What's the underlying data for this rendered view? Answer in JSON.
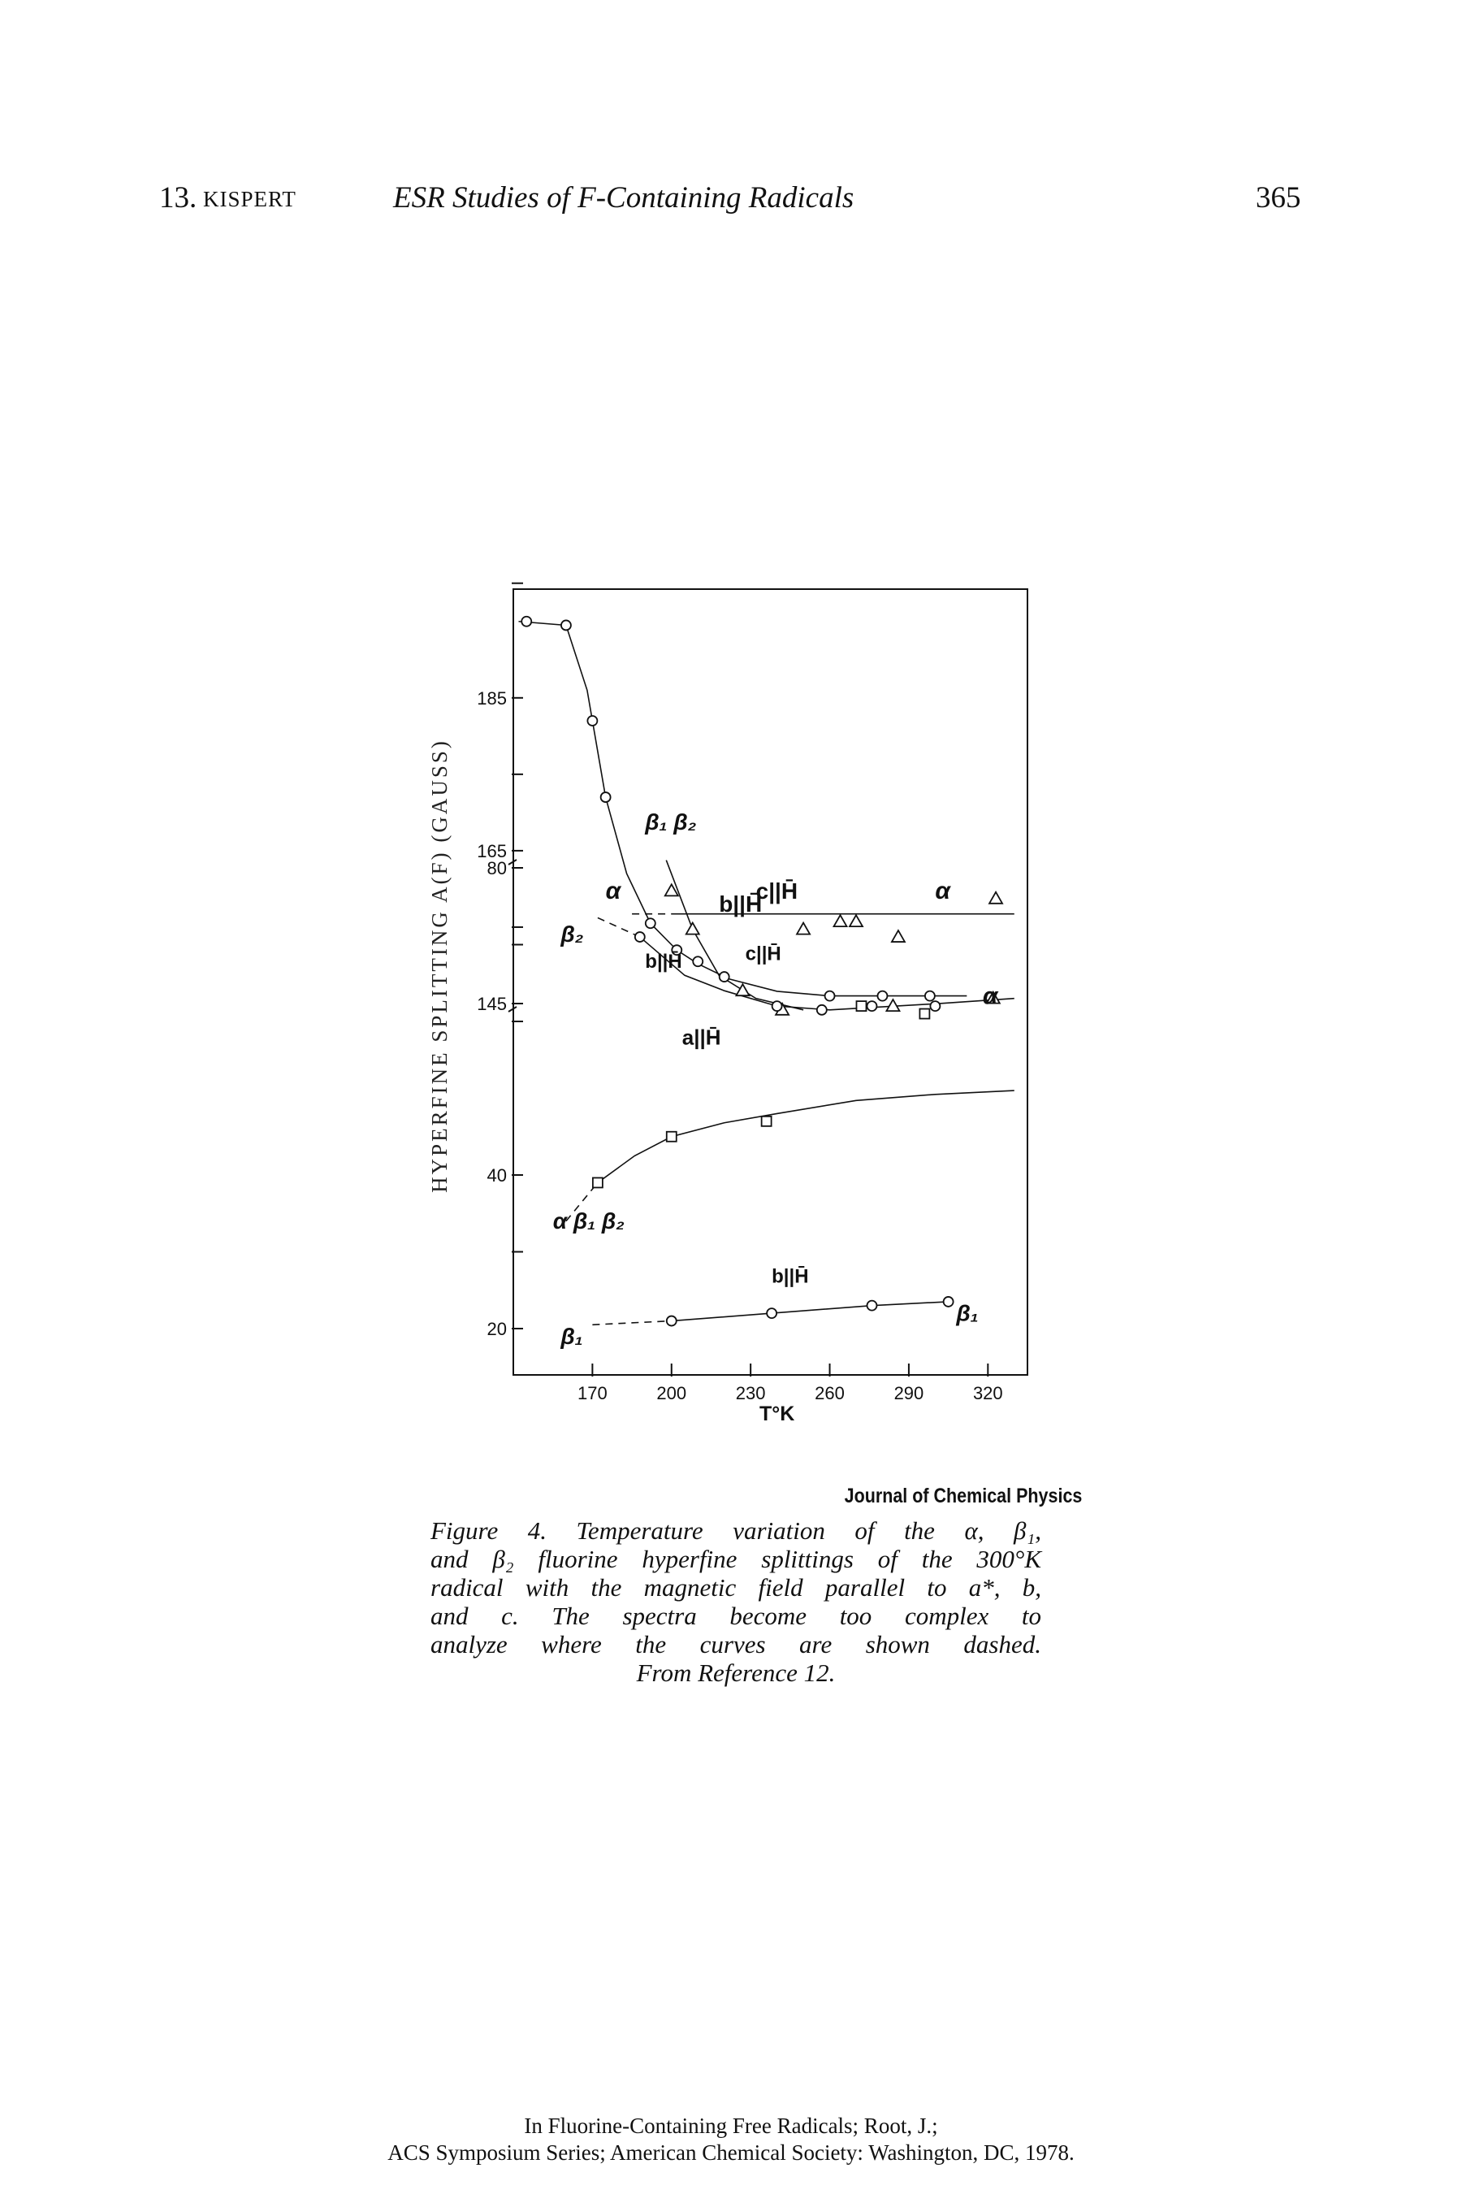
{
  "header": {
    "chapter": "13.",
    "author": "KISPERT",
    "title": "ESR Studies of F-Containing Radicals",
    "page_number": "365"
  },
  "figure": {
    "source": "Journal of Chemical Physics",
    "caption_lines": [
      "Figure 4.  Temperature variation of the α, β₁,",
      "and β₂ fluorine hyperfine splittings of the 300°K",
      "radical with the magnetic field parallel to a*, b,",
      "and c.  The spectra become too complex to",
      "analyze where the curves are shown dashed.",
      "From Reference 12."
    ]
  },
  "chart_data": {
    "type": "scatter",
    "ylabel": "HYPERFINE  SPLITTING   A(F) (GAUSS)",
    "xlabel": "T°K",
    "x_ticks": [
      "170",
      "200",
      "230",
      "260",
      "290",
      "320"
    ],
    "y_ticks_upper": [
      "185",
      "165",
      "145"
    ],
    "y_ticks_lower": [
      "80",
      "40",
      "20"
    ],
    "xlim": [
      140,
      335
    ],
    "series": [
      {
        "name": "b||H̄",
        "marker": "circle",
        "points": [
          [
            145,
            195
          ],
          [
            160,
            194.5
          ],
          [
            170,
            182
          ],
          [
            175,
            172
          ],
          [
            192,
            155.5
          ],
          [
            202,
            152
          ],
          [
            210,
            150.5
          ],
          [
            220,
            148.5
          ],
          [
            260,
            146
          ],
          [
            280,
            146
          ],
          [
            298,
            146
          ]
        ]
      },
      {
        "name": "c||H̄",
        "marker": "triangle",
        "points": [
          [
            200,
            77
          ],
          [
            208,
            72
          ],
          [
            227,
            64
          ],
          [
            242,
            61.5
          ],
          [
            284,
            62
          ],
          [
            322,
            63
          ],
          [
            270,
            73
          ],
          [
            250,
            72
          ],
          [
            264,
            73
          ],
          [
            286,
            71
          ],
          [
            323,
            76
          ]
        ]
      },
      {
        "name": "b||H̄",
        "marker": "circle",
        "points": [
          [
            188,
            71
          ],
          [
            240,
            62
          ],
          [
            257,
            61.5
          ],
          [
            276,
            62
          ],
          [
            300,
            62
          ]
        ]
      },
      {
        "name": "a||H̄",
        "marker": "square",
        "points": [
          [
            172,
            39
          ],
          [
            200,
            45
          ],
          [
            236,
            47
          ],
          [
            296,
            61
          ],
          [
            272,
            62
          ]
        ]
      },
      {
        "name": "b||H̄",
        "marker": "circle",
        "points": [
          [
            200,
            21
          ],
          [
            238,
            22
          ],
          [
            276,
            23
          ],
          [
            305,
            23.5
          ]
        ]
      }
    ],
    "labels": [
      {
        "text": "b||H̄"
      },
      {
        "text": "α"
      },
      {
        "text": "β₁ β₂"
      },
      {
        "text": "c||H̄"
      },
      {
        "text": "α"
      },
      {
        "text": "β₂"
      },
      {
        "text": "b||H̄"
      },
      {
        "text": "c||H̄"
      },
      {
        "text": "α"
      },
      {
        "text": "a||H̄"
      },
      {
        "text": "α β₁ β₂"
      },
      {
        "text": "b||H̄"
      },
      {
        "text": "β₁"
      },
      {
        "text": "β₁"
      }
    ]
  },
  "footer": {
    "line1": "In Fluorine-Containing Free Radicals; Root, J.;",
    "line2": "ACS Symposium Series; American Chemical Society: Washington, DC, 1978."
  }
}
